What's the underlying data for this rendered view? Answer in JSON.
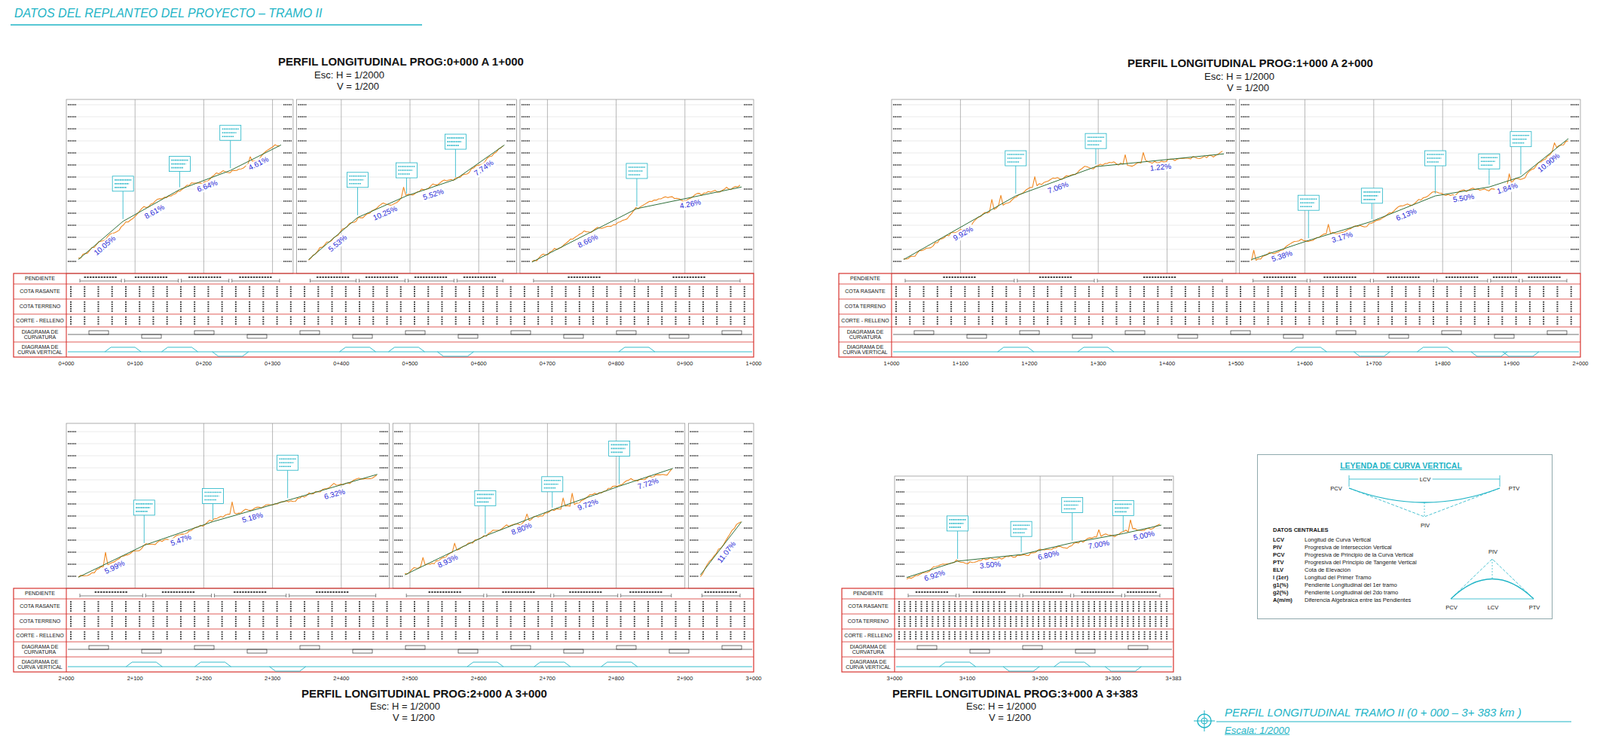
{
  "diagram": {
    "title": "DATOS DEL REPLANTEO DEL PROYECTO – TRAMO II",
    "caption": "PERFIL LONGITUDINAL   TRAMO II (0 + 000 – 3+ 383 km )",
    "nodes": [
      {
        "text": [
          "PERFIL LONGITUDINAL PROG:0+000 A 1+000",
          "Esc: H = 1/2000 V = 1/200"
        ]
      },
      {
        "text": [
          "PERFIL LONGITUDINAL PROG:1+000 A 2+000",
          "Esc: H = 1/2000 V = 1/200"
        ]
      },
      {
        "text": [
          "PERFIL LONGITUDINAL PROG:2+000 A 3+000",
          "Esc: H = 1/2000 V = 1/200"
        ]
      },
      {
        "text": [
          "PERFIL LONGITUDINAL PROG:3+000 A 3+383",
          "Esc: H = 1/2000 V = 1/200"
        ]
      },
      {
        "text": [
          "LEYENDA DE CURVA VERTICAL",
          "DATOS CENTRALES",
          "LCV",
          "Longitud de Curva Vertical",
          "PIV",
          "Progresiva de Intersección Vertical",
          "PCV",
          "Progresiva de Principio de la Curva Vertical",
          "PTV",
          "Progresiva del Principio de Tangente Vertical",
          "ELV",
          "Cota de Elevación",
          "l (1er)",
          "Longitud del Primer Tramo",
          "g1(%)",
          "Pendiente Longitudinal del 1er tramo",
          "g2(%)",
          "Pendiente Longitudinal del 2do tramo",
          "A(m/m)",
          "Diferencia Algebraica entre las Pendientes",
          "LCV",
          "PCV",
          "PIV",
          "PTV",
          "PIV",
          "PCV",
          "PTV",
          "LCV"
        ]
      }
    ],
    "labels": [
      "PENDIENTE",
      "COTA RASANTE",
      "COTA TERRENO",
      "CORTE - RELLENO",
      "DIAGRAMA DE CURVATURA",
      "DIAGRAMA DE CURVA VERTICAL",
      "0+000",
      "0+100",
      "0+200",
      "0+300",
      "0+400",
      "0+500",
      "0+600",
      "0+700",
      "0+800",
      "0+900",
      "1+000",
      "10.05%",
      "8.61%",
      "6.64%",
      "4.61%",
      "5.53%",
      "10.25%",
      "5.52%",
      "7.74%",
      "8.66%",
      "4.26%",
      "PENDIENTE",
      "COTA RASANTE",
      "COTA TERRENO",
      "CORTE - RELLENO",
      "DIAGRAMA DE CURVATURA",
      "DIAGRAMA DE CURVA VERTICAL",
      "1+000",
      "1+100",
      "1+200",
      "1+300",
      "1+400",
      "1+500",
      "1+600",
      "1+700",
      "1+800",
      "1+900",
      "2+000",
      "9.92%",
      "7.06%",
      "1.22%",
      "5.38%",
      "3.17%",
      "6.13%",
      "5.50%",
      "1.84%",
      "10.90%",
      "PENDIENTE",
      "COTA RASANTE",
      "COTA TERRENO",
      "CORTE - RELLENO",
      "DIAGRAMA DE CURVATURA",
      "DIAGRAMA DE CURVA VERTICAL",
      "2+000",
      "2+100",
      "2+200",
      "2+300",
      "2+400",
      "2+500",
      "2+600",
      "2+700",
      "2+800",
      "2+900",
      "3+000",
      "5.99%",
      "5.47%",
      "5.18%",
      "6.32%",
      "8.93%",
      "8.80%",
      "9.72%",
      "7.72%",
      "11.07%",
      "PENDIENTE",
      "COTA RASANTE",
      "COTA TERRENO",
      "CORTE - RELLENO",
      "DIAGRAMA DE CURVATURA",
      "DIAGRAMA DE CURVA VERTICAL",
      "3+000",
      "3+100",
      "3+200",
      "3+300",
      "3+383",
      "6.92%",
      "3.50%",
      "6.80%",
      "7.00%",
      "5.00%",
      "Escala: 1/2000"
    ]
  }
}
